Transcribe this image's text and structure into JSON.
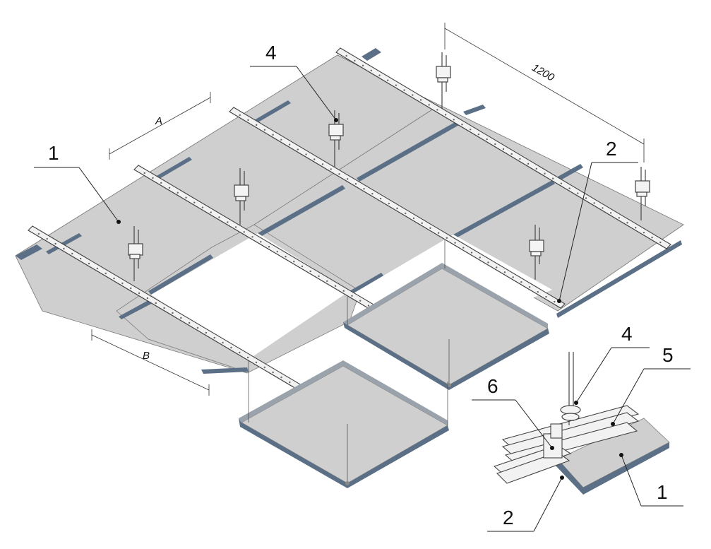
{
  "callouts": {
    "panel_main": "1",
    "rail_main": "2",
    "hanger_main": "4",
    "hanger_detail": "4",
    "profile_detail": "5",
    "connector_detail": "6",
    "rail_detail": "2",
    "panel_detail": "1"
  },
  "dimensions": {
    "a": "A",
    "b": "B",
    "length": "1200"
  },
  "colors": {
    "panel_face": "#cfcfcf",
    "panel_edge": "#5b6f86"
  }
}
